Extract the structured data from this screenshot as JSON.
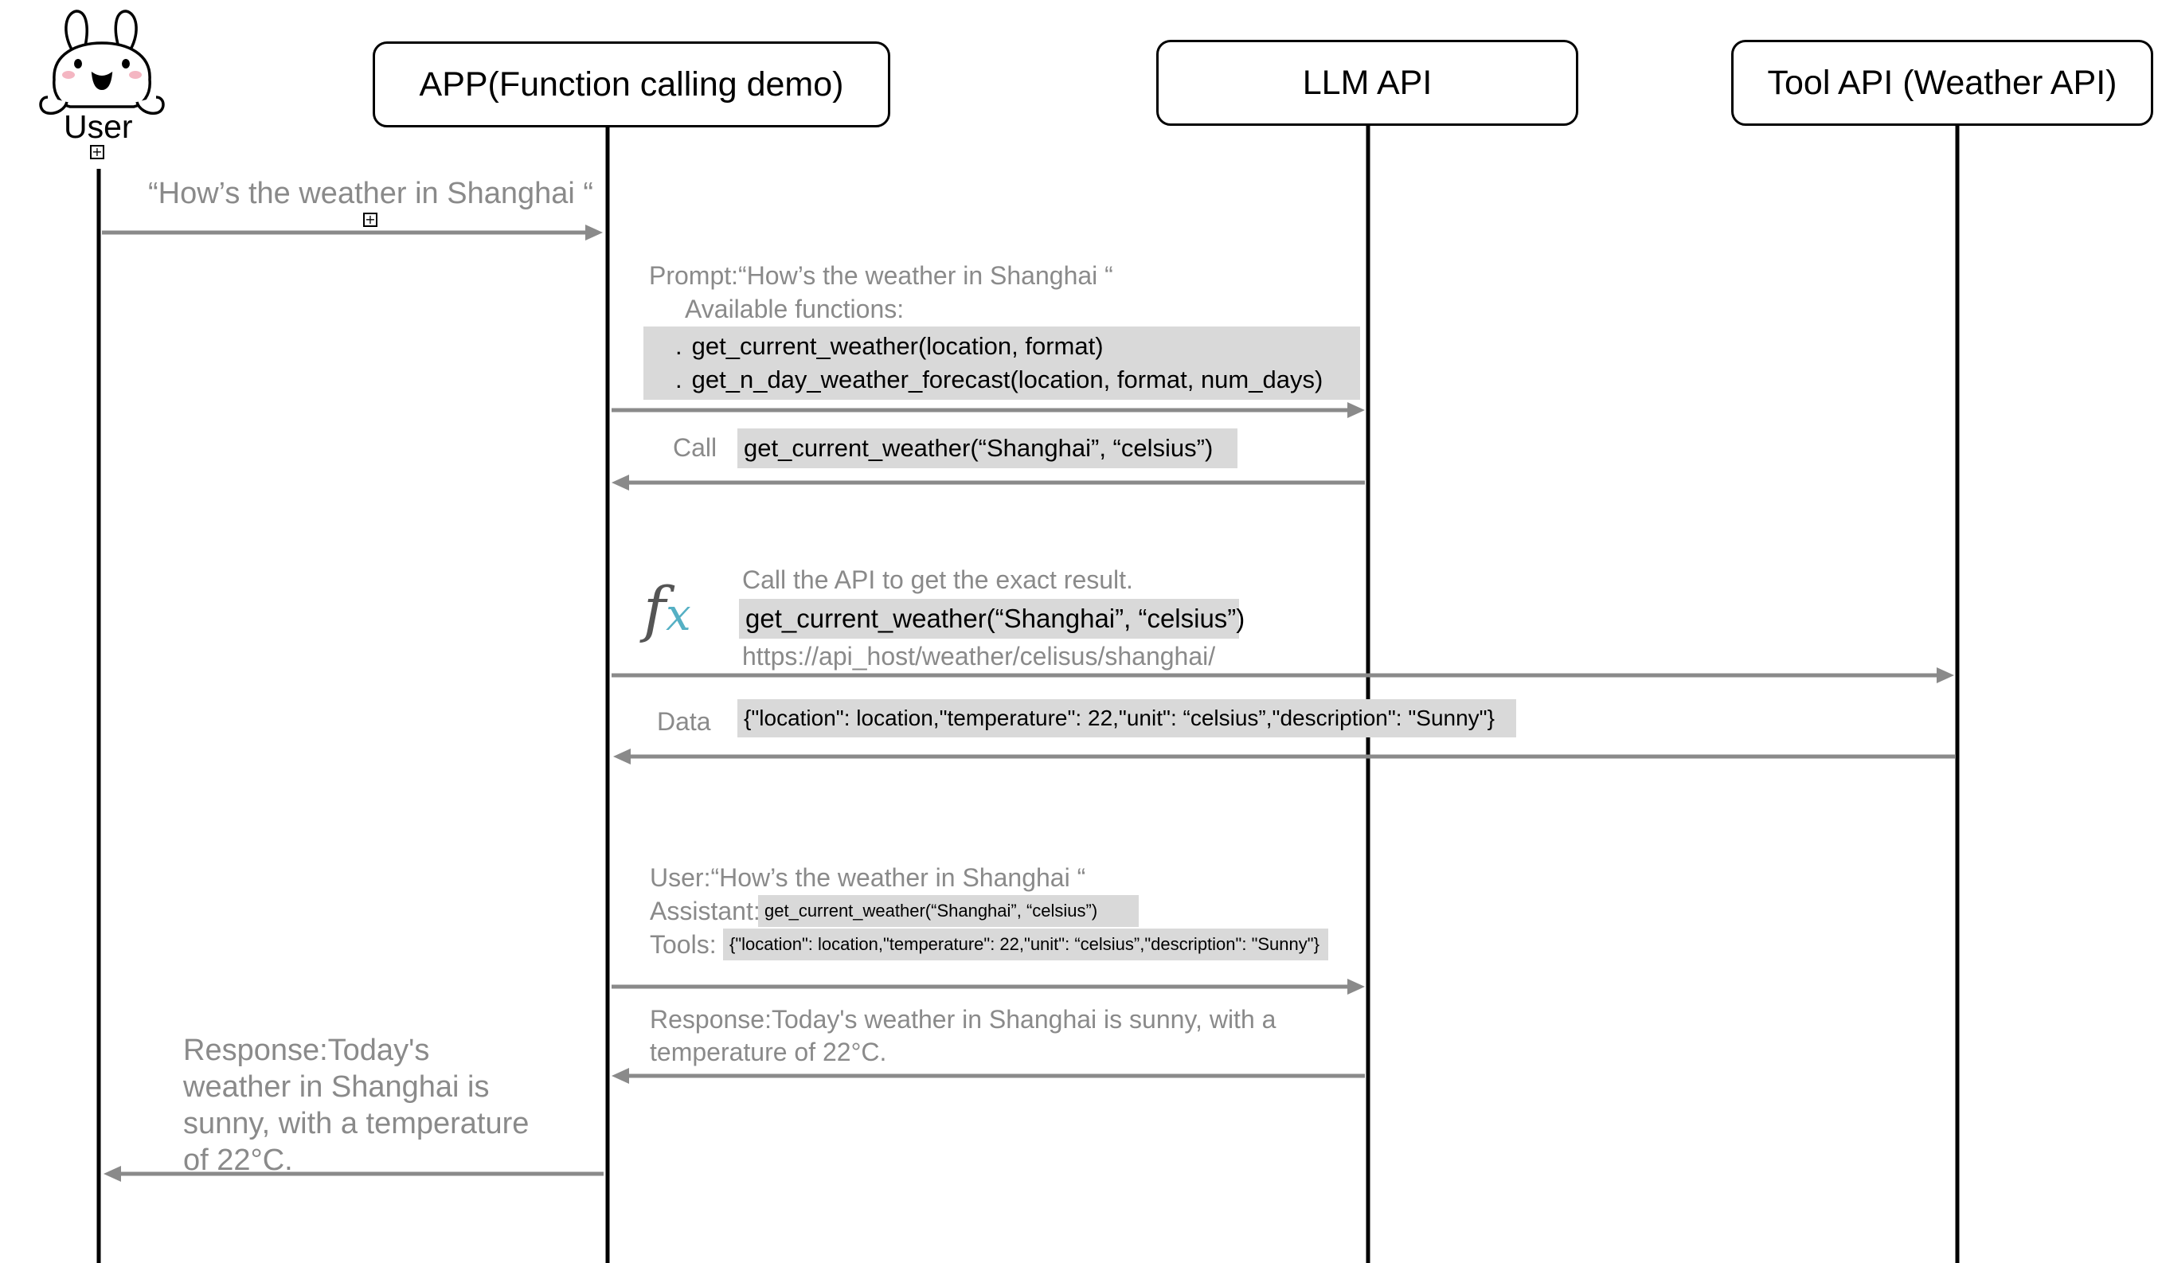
{
  "participants": {
    "user": "User",
    "app": "APP(Function calling demo)",
    "llm": "LLM API",
    "tool": "Tool API (Weather API)"
  },
  "messages": {
    "user_query": "“How’s the weather in Shanghai “",
    "prompt_line": "Prompt:“How’s the weather in Shanghai “",
    "available_functions_label": "Available functions:",
    "function_1": "get_current_weather(location, format)",
    "function_2": "get_n_day_weather_forecast(location, format, num_days)",
    "bullet": ".",
    "call_label": "Call",
    "call_value": "get_current_weather(“Shanghai”, “celsius”)",
    "api_note": "Call the API to get the exact result.",
    "api_call": "get_current_weather(“Shanghai”, “celsius”)",
    "api_url": "https://api_host/weather/celisus/shanghai/",
    "data_label": "Data",
    "data_value": "{\"location\": location,\"temperature\": 22,\"unit\": “celsius”,\"description\": \"Sunny\"}",
    "user_ctx": "User:“How’s the weather in Shanghai “",
    "assistant_label": "Assistant:",
    "assistant_value": "get_current_weather(“Shanghai”, “celsius”)",
    "tools_label": "Tools:",
    "tools_value": "{\"location\": location,\"temperature\": 22,\"unit\": “celsius”,\"description\": \"Sunny\"}",
    "llm_response": "Response:Today's weather in Shanghai is sunny, with a temperature of 22°C.",
    "final_response": "Response:Today's weather in Shanghai is sunny, with a temperature of 22°C."
  },
  "icons": {
    "avatar": "bunny-mascot-icon",
    "expand": "expand-box-icon",
    "function": "fx-function-icon"
  },
  "colors": {
    "arrow": "#8a8a8a",
    "lifeline": "#000000",
    "code_highlight": "#d9d9d9",
    "label_text": "#8a8a8a",
    "fx_accent": "#55b0c4"
  }
}
